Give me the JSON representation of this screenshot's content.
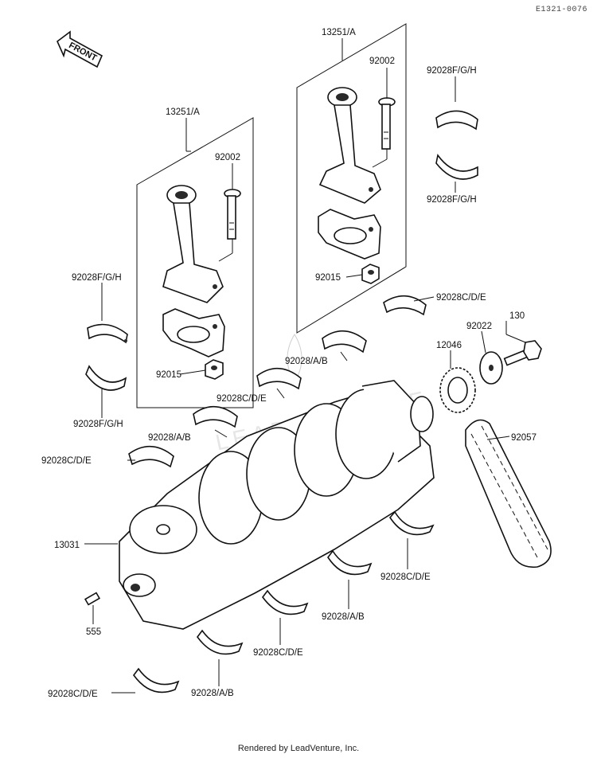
{
  "drawing_number": "E1321-0076",
  "front_label": "FRONT",
  "footer": "Rendered by LeadVenture, Inc.",
  "watermark": "LEADVENTURE",
  "callouts": {
    "rod_left": "13251/A",
    "rod_right": "13251/A",
    "bolt_left": "92002",
    "bolt_right": "92002",
    "nut_left": "92015",
    "nut_right": "92015",
    "bearing_fgh_tl": "92028F/G/H",
    "bearing_fgh_bl": "92028F/G/H",
    "bearing_fgh_tr": "92028F/G/H",
    "bearing_fgh_br": "92028F/G/H",
    "bearing_cde_r1": "92028C/D/E",
    "bearing_ab_1": "92028/A/B",
    "bearing_cde_2": "92028C/D/E",
    "bearing_ab_2": "92028/A/B",
    "bearing_cde_3": "92028C/D/E",
    "bearing_cde_4": "92028C/D/E",
    "bearing_ab_3": "92028/A/B",
    "bearing_cde_5": "92028C/D/E",
    "bearing_ab_4": "92028/A/B",
    "bearing_cde_6": "92028C/D/E",
    "bolt_130": "130",
    "washer": "92022",
    "sprocket": "12046",
    "chain": "92057",
    "crankshaft": "13031",
    "pin": "555"
  }
}
